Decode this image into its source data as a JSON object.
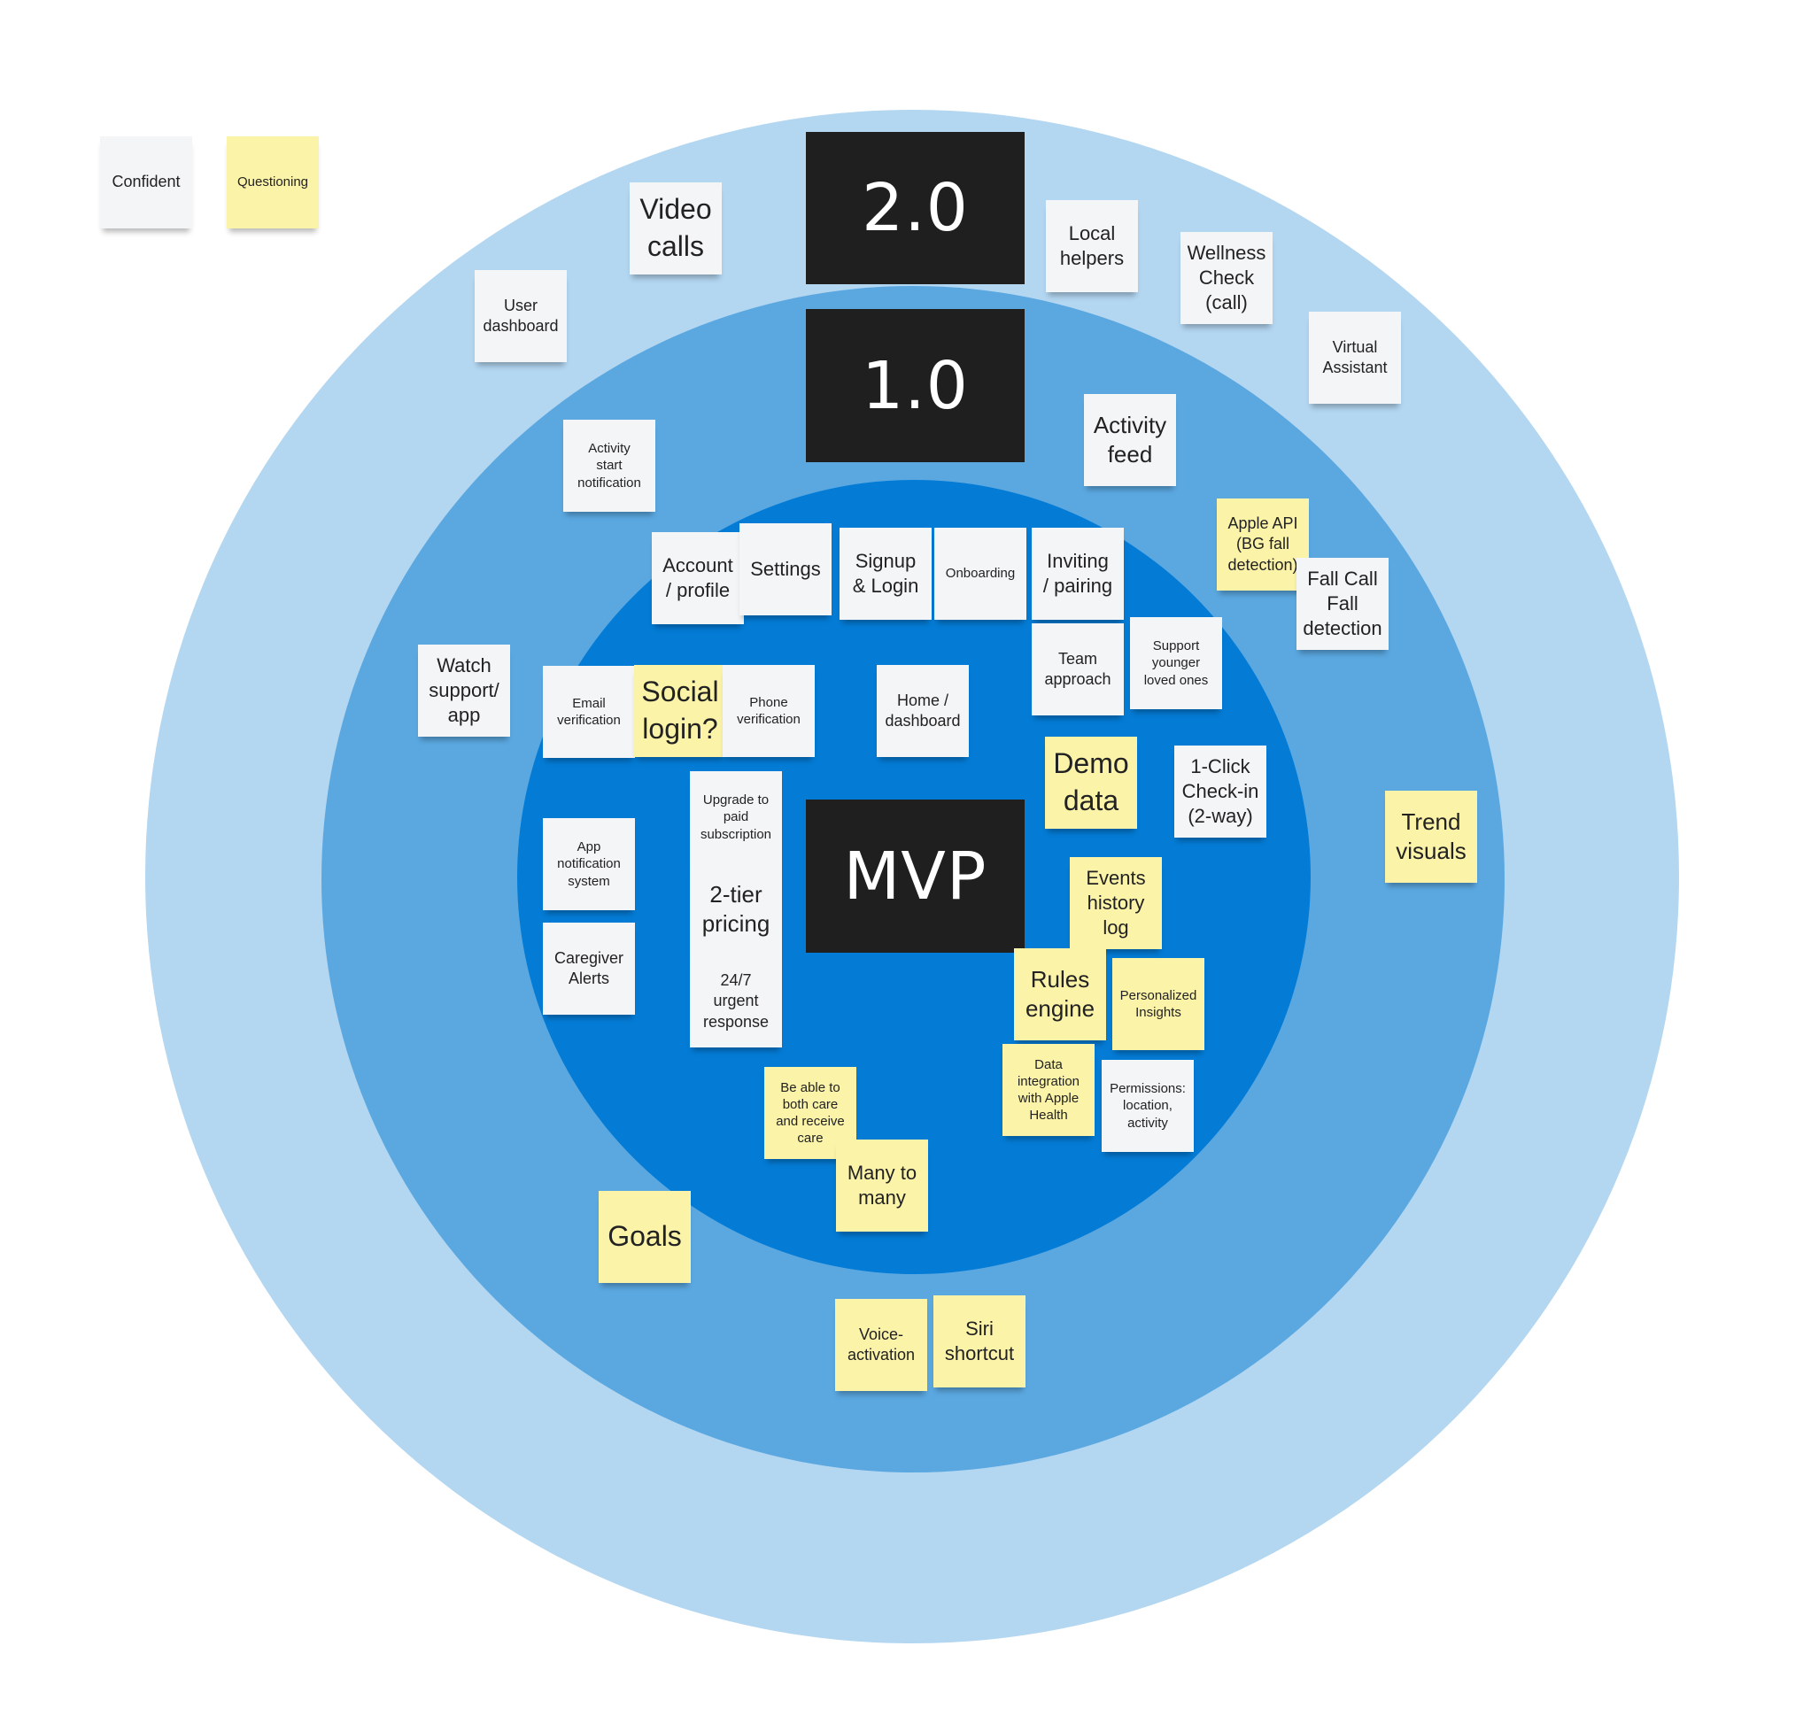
{
  "legend": {
    "confident": "Confident",
    "questioning": "Questioning"
  },
  "rings": {
    "outer": "2.0",
    "middle": "1.0",
    "inner": "MVP"
  },
  "colors": {
    "outer_ring": "#b3d6f1",
    "middle_ring": "#5ba8e1",
    "inner_ring": "#047cd6",
    "label_block": "#1f1f1f",
    "confident_note": "#f4f5f7",
    "questioning_note": "#fbf3a8"
  },
  "notes": {
    "video_calls": "Video\ncalls",
    "user_dashboard": "User\ndashboard",
    "local_helpers": "Local\nhelpers",
    "wellness_check": "Wellness\nCheck\n(call)",
    "virtual_assistant": "Virtual\nAssistant",
    "activity_feed": "Activity\nfeed",
    "activity_start_notification": "Activity\nstart\nnotification",
    "apple_api": "Apple API\n(BG fall\ndetection)",
    "fall_call": "Fall Call\nFall\ndetection",
    "account_profile": "Account\n/ profile",
    "settings": "Settings",
    "signup_login": "Signup\n& Login",
    "onboarding": "Onboarding",
    "inviting_pairing": "Inviting\n/ pairing",
    "team_approach": "Team\napproach",
    "support_younger": "Support\nyounger\nloved ones",
    "watch_support": "Watch\nsupport/\napp",
    "email_verification": "Email\nverification",
    "social_login": "Social\nlogin?",
    "phone_verification": "Phone\nverification",
    "home_dashboard": "Home /\ndashboard",
    "demo_data": "Demo\ndata",
    "one_click_checkin": "1-Click\nCheck-in\n(2-way)",
    "trend_visuals": "Trend\nvisuals",
    "upgrade_subscription": "Upgrade to\npaid\nsubscription",
    "app_notification": "App\nnotification\nsystem",
    "two_tier_pricing": "2-tier\npricing",
    "events_history": "Events\nhistory\nlog",
    "caregiver_alerts": "Caregiver\nAlerts",
    "urgent_response": "24/7\nurgent\nresponse",
    "rules_engine": "Rules\nengine",
    "personalized_insights": "Personalized\nInsights",
    "data_integration": "Data\nintegration\nwith Apple\nHealth",
    "permissions": "Permissions:\nlocation,\nactivity",
    "care_both": "Be able to\nboth care\nand receive\ncare",
    "many_to_many": "Many to\nmany",
    "goals": "Goals",
    "voice_activation": "Voice-\nactivation",
    "siri_shortcut": "Siri\nshortcut"
  }
}
